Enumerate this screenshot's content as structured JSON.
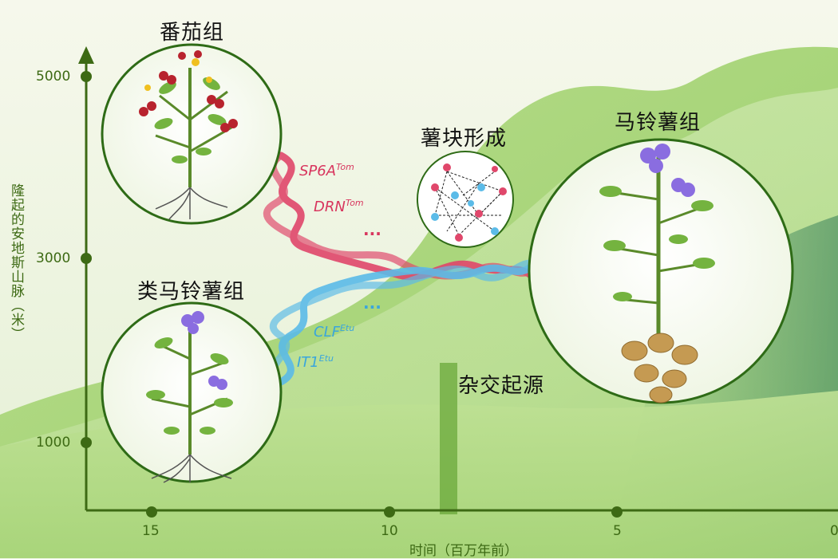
{
  "groups": {
    "tomato": "番茄组",
    "potato_like": "类马铃薯组",
    "potato": "马铃薯组"
  },
  "tuber_formation": "薯块形成",
  "hybrid_origin": "杂交起源",
  "genes": {
    "tomato_1": {
      "name": "SP6A",
      "sup": "Tom"
    },
    "tomato_2": {
      "name": "DRN",
      "sup": "Tom"
    },
    "etu_1": {
      "name": "CLF",
      "sup": "Etu"
    },
    "etu_2": {
      "name": "IT1",
      "sup": "Etu"
    },
    "ellipsis": "..."
  },
  "y_axis": {
    "label": "隆起的安地斯山脉（米）",
    "ticks": [
      "5000",
      "3000",
      "1000"
    ]
  },
  "x_axis": {
    "label": "时间（百万年前）",
    "ticks": [
      "15",
      "10",
      "5",
      "0"
    ]
  },
  "colors": {
    "axis": "#3d6a14",
    "tomato_strand": "#e0476b",
    "etu_strand": "#5bbbe8",
    "hill_light": "#cfe8a8",
    "hill_dark": "#7fc34e"
  }
}
